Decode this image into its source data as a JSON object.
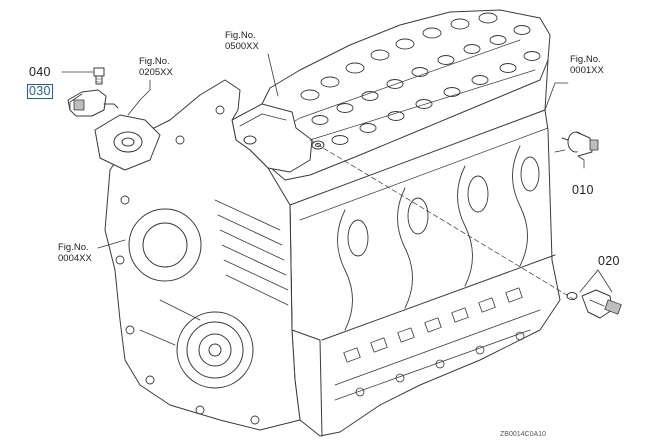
{
  "colors": {
    "line": "#3a3a3a",
    "shade": "#bdbdbd",
    "highlight": "#1e5fb4"
  },
  "callouts": {
    "fig_0205": {
      "top": "Fig.No.",
      "bottom": "0205XX"
    },
    "fig_0500": {
      "top": "Fig.No.",
      "bottom": "0500XX"
    },
    "fig_0001": {
      "top": "Fig.No.",
      "bottom": "0001XX"
    },
    "fig_0004": {
      "top": "Fig.No.",
      "bottom": "0004XX"
    }
  },
  "parts": {
    "p040": "040",
    "p030": "030",
    "p010": "010",
    "p020": "020"
  },
  "selected_part": "030",
  "drawing_id": "ZB0014C0A10"
}
